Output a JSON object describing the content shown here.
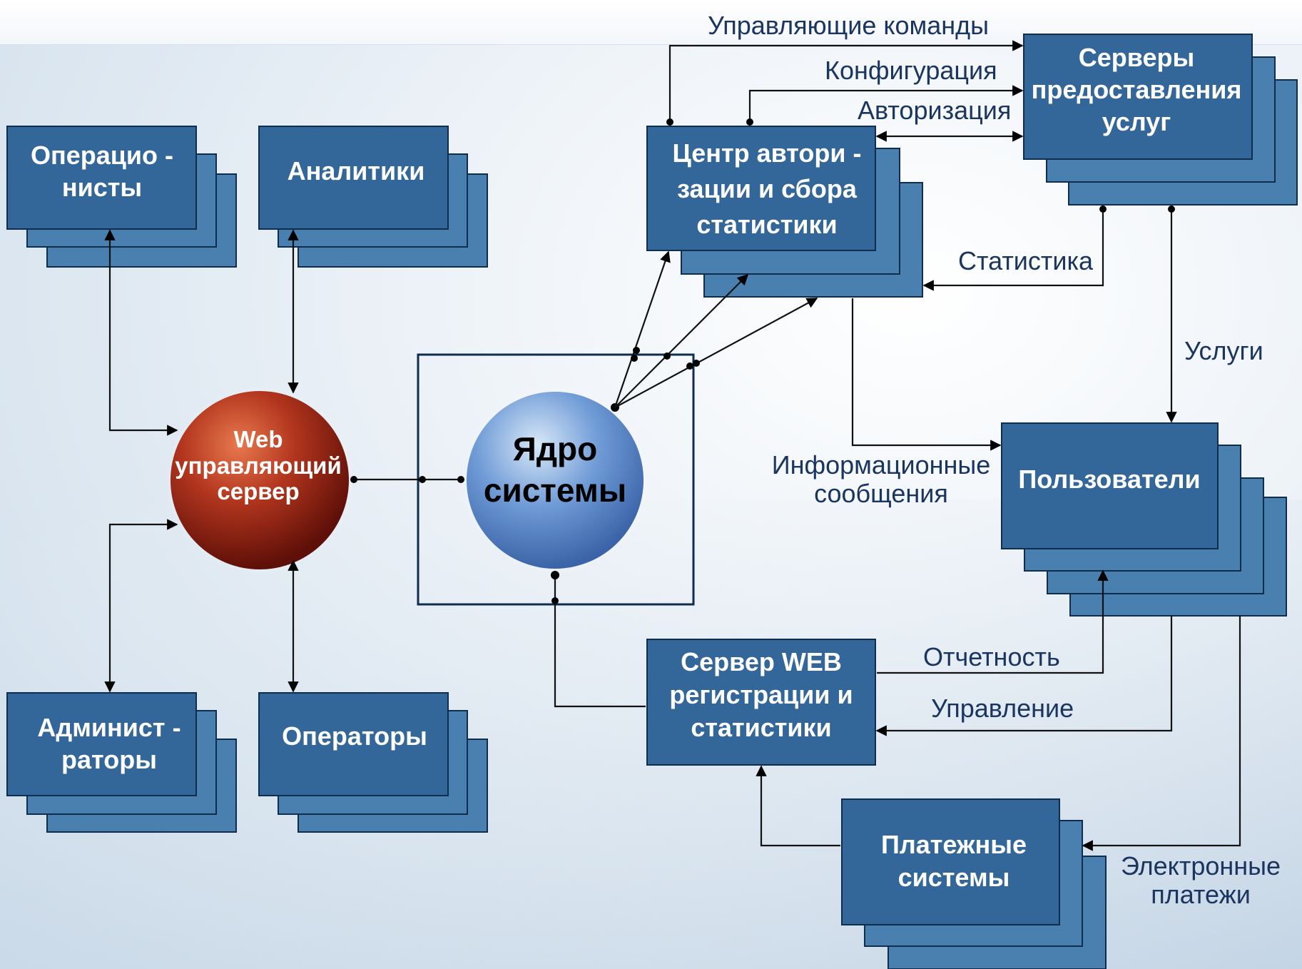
{
  "colors": {
    "box_front": "#336699",
    "box_back": "#4a80b0",
    "edge_text": "#1a3560",
    "web_sphere": "#8a1e10",
    "core_sphere": "#5a86c4",
    "frame": "#0f2d4d"
  },
  "boxes": {
    "operationists": [
      "Операцио -",
      "нисты"
    ],
    "analysts": [
      "Аналитики"
    ],
    "administrators": [
      "Админист -",
      "раторы"
    ],
    "operators": [
      "Операторы"
    ],
    "auth_center": [
      "Центр автори -",
      "зации и сбора",
      "статистики"
    ],
    "service_servers": [
      "Серверы",
      "предоставления",
      "услуг"
    ],
    "users": [
      "Пользователи"
    ],
    "web_reg_server": [
      "Сервер WEB",
      "регистрации и",
      "статистики"
    ],
    "payment_systems": [
      "Платежные",
      "системы"
    ]
  },
  "spheres": {
    "web_server": [
      "Web",
      "управляющий",
      "сервер"
    ],
    "core": [
      "Ядро",
      "системы"
    ]
  },
  "edges": {
    "control_commands": "Управляющие команды",
    "configuration": "Конфигурация",
    "authorization": "Авторизация",
    "statistics": "Статистика",
    "services": "Услуги",
    "info_messages": [
      "Информационные",
      "сообщения"
    ],
    "reporting": "Отчетность",
    "management": "Управление",
    "e_payments": [
      "Электронные",
      "платежи"
    ]
  }
}
